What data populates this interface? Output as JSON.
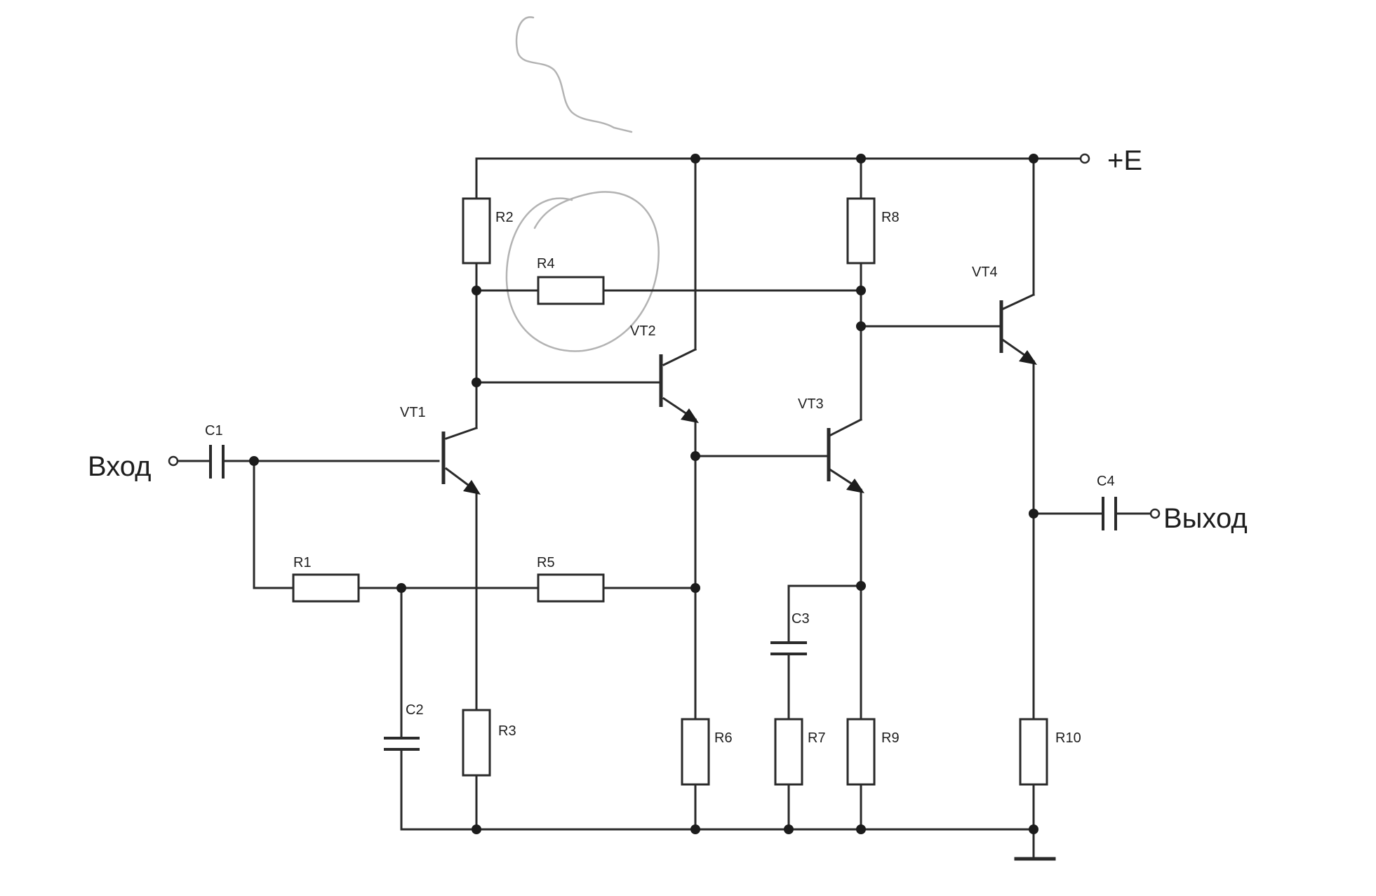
{
  "labels": {
    "input": "Вход",
    "output": "Выход",
    "supply": "+E"
  },
  "components": {
    "c1": "C1",
    "c2": "C2",
    "c3": "C3",
    "c4": "C4",
    "r1": "R1",
    "r2": "R2",
    "r3": "R3",
    "r4": "R4",
    "r5": "R5",
    "r6": "R6",
    "r7": "R7",
    "r8": "R8",
    "r9": "R9",
    "r10": "R10",
    "vt1": "VT1",
    "vt2": "VT2",
    "vt3": "VT3",
    "vt4": "VT4"
  }
}
